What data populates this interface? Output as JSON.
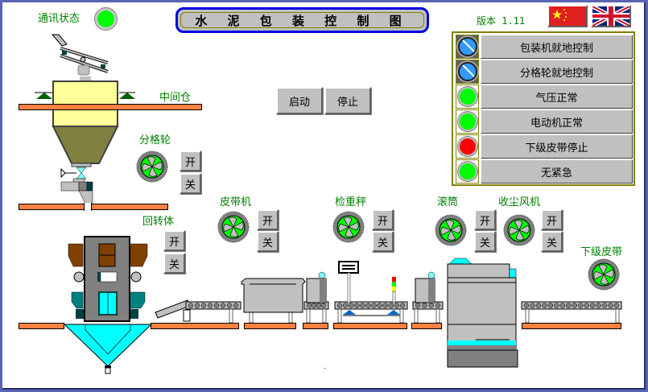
{
  "header": {
    "title": "水 泥 包 装 控 制 图",
    "comm_status_label": "通讯状态",
    "comm_status": "ok",
    "version_label": "版本  1.11",
    "languages": [
      {
        "name": "中文",
        "icon": "china-flag-icon"
      },
      {
        "name": "English",
        "icon": "uk-flag-icon"
      }
    ]
  },
  "controls": {
    "start_label": "启动",
    "stop_label": "停止"
  },
  "status_panel": {
    "items": [
      {
        "label": "包装机就地控制",
        "indicator": "selector-knob",
        "state": "selected"
      },
      {
        "label": "分格轮就地控制",
        "indicator": "selector-knob",
        "state": "selected"
      },
      {
        "label": "气压正常",
        "indicator": "lamp",
        "color": "#00ff00"
      },
      {
        "label": "电动机正常",
        "indicator": "lamp",
        "color": "#00ff00"
      },
      {
        "label": "下级皮带停止",
        "indicator": "lamp",
        "color": "#ff0000"
      },
      {
        "label": "无紧急",
        "indicator": "lamp",
        "color": "#00ff00"
      }
    ]
  },
  "equipment": {
    "silo_label": "中间仓",
    "divider_wheel": {
      "label": "分格轮",
      "on": "开",
      "off": "关"
    },
    "rotor": {
      "label": "回转体",
      "on": "开",
      "off": "关"
    },
    "belt": {
      "label": "皮带机",
      "on": "开",
      "off": "关"
    },
    "checkweigher": {
      "label": "检重秤",
      "on": "开",
      "off": "关"
    },
    "roller": {
      "label": "滚筒",
      "on": "开",
      "off": "关"
    },
    "dust_fan": {
      "label": "收尘风机",
      "on": "开",
      "off": "关"
    },
    "downstream_belt": {
      "label": "下级皮带"
    }
  },
  "colors": {
    "running": "#00ff00",
    "stopped": "#ff0000",
    "label_green": "#008000",
    "floor": "#ff8040",
    "cyan": "#00ffff"
  }
}
